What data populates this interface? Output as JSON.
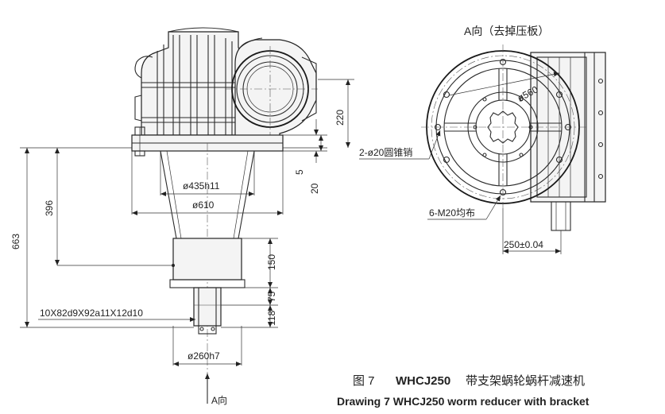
{
  "labels": {
    "view_a_title": "A向（去掉压板）",
    "view_a_arrow": "A向",
    "d_435": "ø435h11",
    "d_610": "ø610",
    "d_260": "ø260h7",
    "h_396": "396",
    "h_663": "663",
    "h_220": "220",
    "h_5": "5",
    "h_20": "20",
    "h_150": "150",
    "h_75": "75",
    "h_118": "118",
    "spline": "10X82d9X92a11X12d10",
    "pin": "2-ø20圆锥销",
    "bolt": "6-M20均布",
    "d_560": "ø560",
    "w_250": "250±0.04"
  },
  "caption": {
    "cn_prefix": "图 7",
    "cn_model": "WHCJ250",
    "cn_text": "带支架蜗轮蜗杆减速机",
    "en": "Drawing 7 WHCJ250  worm reducer with bracket"
  }
}
